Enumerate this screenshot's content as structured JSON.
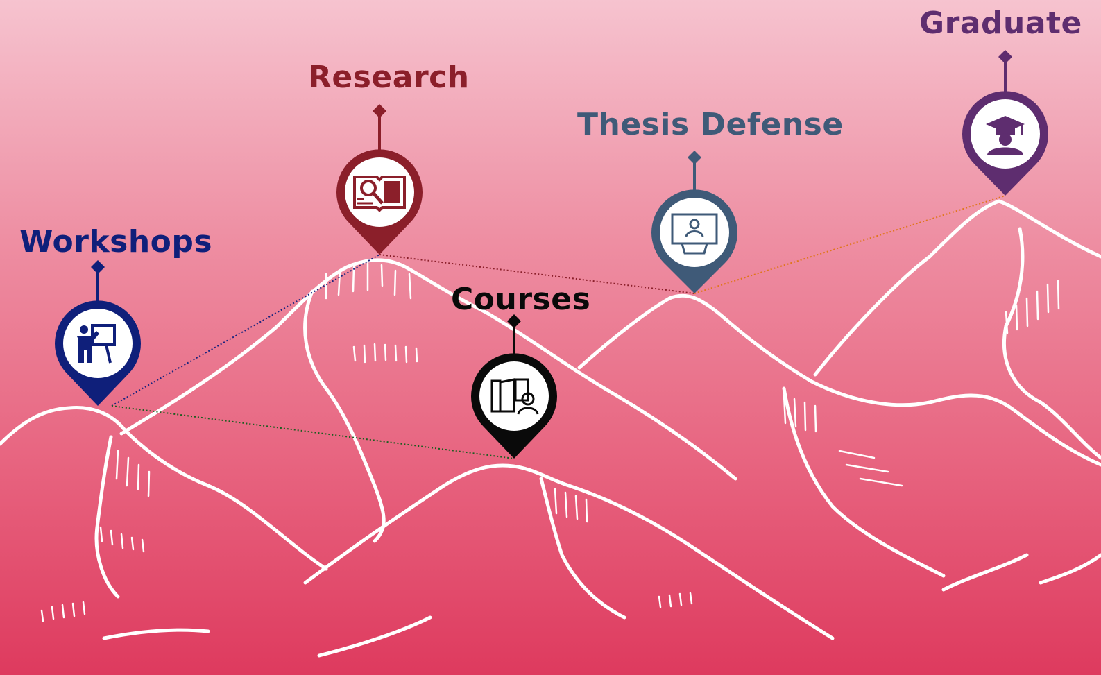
{
  "milestones": [
    {
      "id": "workshops",
      "label": "Workshops",
      "color": "#0f1f7a",
      "icon": "teacher-at-board-icon"
    },
    {
      "id": "research",
      "label": "Research",
      "color": "#8b1f2a",
      "icon": "book-magnifier-icon"
    },
    {
      "id": "courses",
      "label": "Courses",
      "color": "#0a0a0a",
      "icon": "books-person-icon"
    },
    {
      "id": "thesis",
      "label": "Thesis Defense",
      "color": "#3f5a78",
      "icon": "presenter-at-podium-icon"
    },
    {
      "id": "graduate",
      "label": "Graduate",
      "color": "#5e2d6f",
      "icon": "graduate-cap-icon"
    }
  ],
  "connectors": [
    {
      "from": "workshops",
      "to": "research",
      "color": "#1a237e"
    },
    {
      "from": "workshops",
      "to": "courses",
      "color": "#1b5e20"
    },
    {
      "from": "research",
      "to": "thesis",
      "color": "#8b1f2a"
    },
    {
      "from": "thesis",
      "to": "graduate",
      "color": "#e0761a"
    }
  ],
  "mountain_line_color": "#ffffff"
}
